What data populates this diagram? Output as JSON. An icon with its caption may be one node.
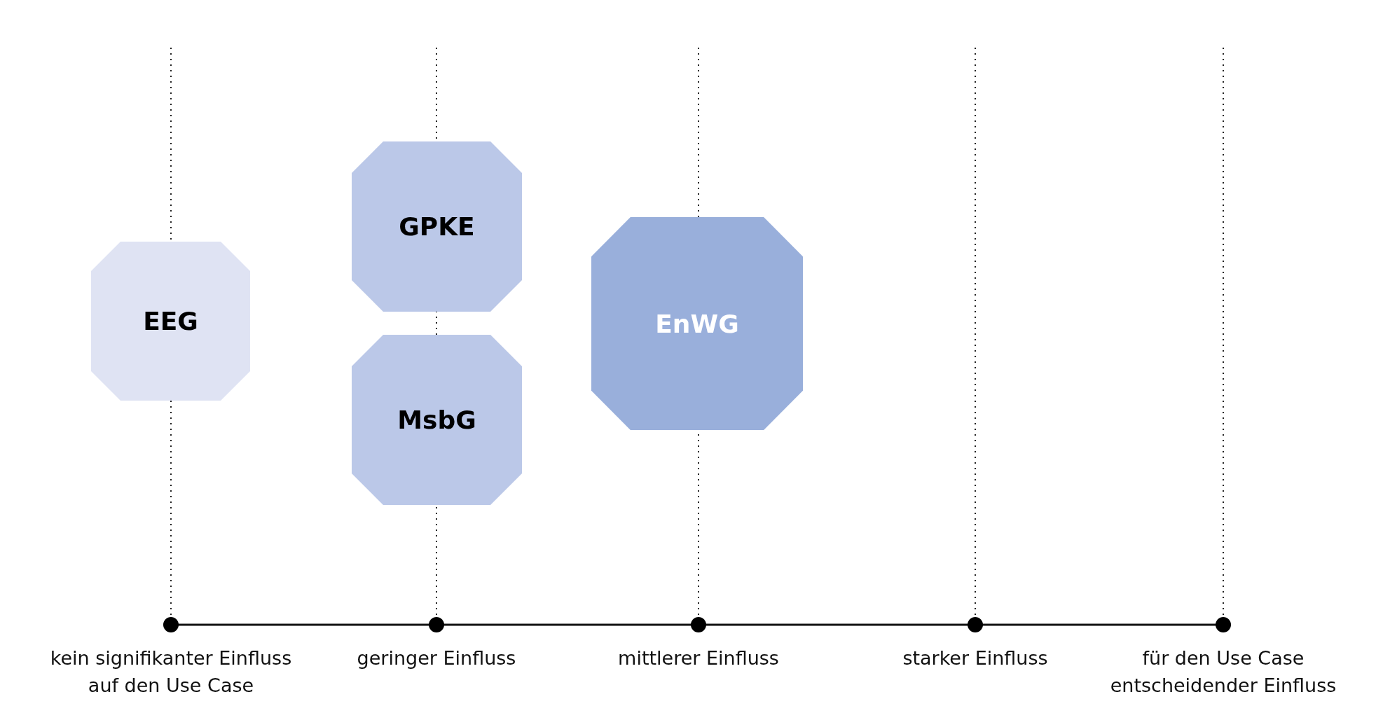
{
  "diagram": {
    "nodes": [
      {
        "text": [
          "EEG"
        ]
      },
      {
        "text": [
          "GPKE"
        ]
      },
      {
        "text": [
          "MsbG"
        ]
      },
      {
        "text": [
          "EnWG"
        ]
      }
    ],
    "labels": [
      "kein signifikanter Einfluss auf den Use Case",
      "geringer Einfluss",
      "mittlerer Einfluss",
      "starker Einfluss",
      "für den Use Case entscheidender Einfluss"
    ]
  }
}
